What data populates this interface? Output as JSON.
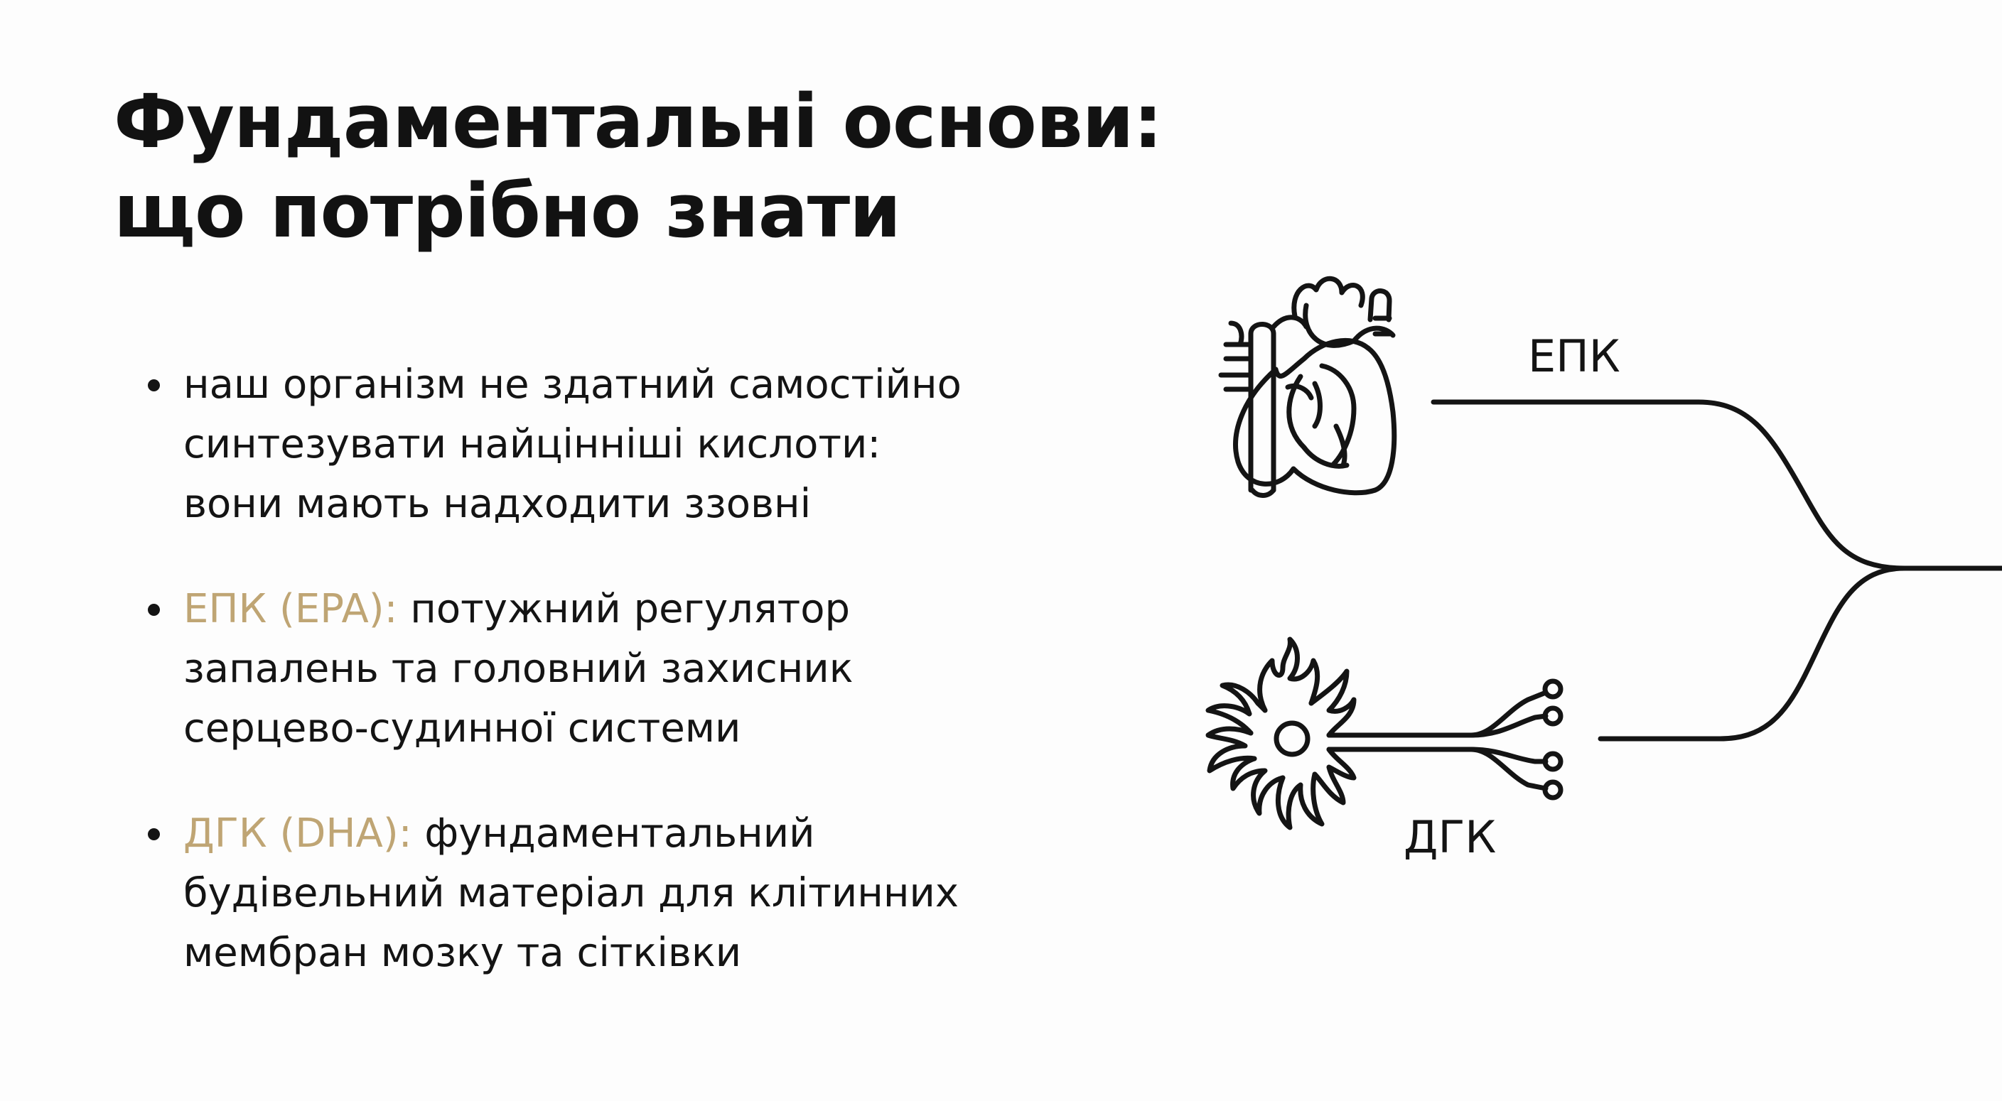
{
  "slide": {
    "title_lines": [
      "Фундаментальні основи:",
      "що потрібно знати"
    ],
    "bullets": [
      {
        "accent": "",
        "lines": [
          "наш організм не здатний самостійно",
          "синтезувати найцінніші кислоти:",
          "вони мають надходити ззовні"
        ]
      },
      {
        "accent": "ЕПК (EPA):",
        "lines": [
          " потужний регулятор",
          "запалень та головний захисник",
          "серцево-судинної системи"
        ]
      },
      {
        "accent": "ДГК (DHA):",
        "lines": [
          " фундаментальний",
          "будівельний матеріал для клітинних",
          "мембран мозку та сітківки"
        ]
      }
    ],
    "diagram": {
      "top_label": "ЕПК",
      "bottom_label": "ДГК",
      "top_icon": "heart-icon",
      "bottom_icon": "neuron-icon"
    },
    "colors": {
      "accent": "#bfa574",
      "text": "#141414",
      "background": "#fdfdfd"
    }
  }
}
